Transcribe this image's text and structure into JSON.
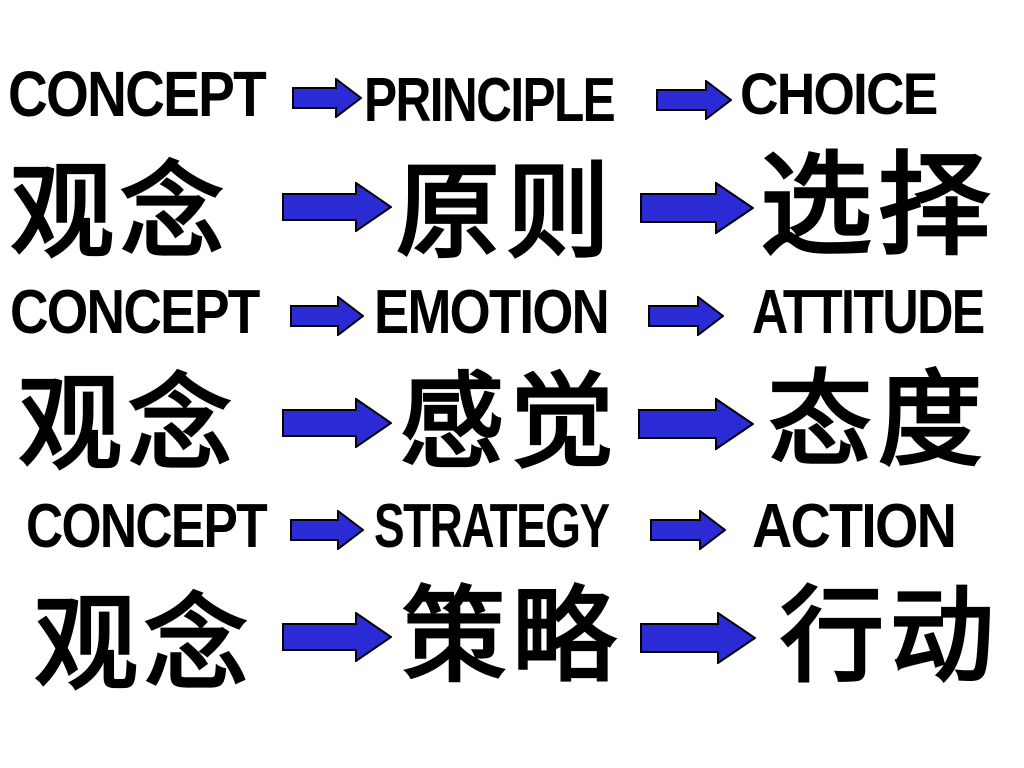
{
  "colors": {
    "arrow_fill": "#2b2bd6",
    "arrow_stroke": "#000000",
    "text": "#000000",
    "background": "#ffffff"
  },
  "rows": [
    {
      "english": [
        "CONCEPT",
        "PRINCIPLE",
        "CHOICE"
      ],
      "chinese": [
        "观念",
        "原则",
        "选择"
      ]
    },
    {
      "english": [
        "CONCEPT",
        "EMOTION",
        "ATTITUDE"
      ],
      "chinese": [
        "观念",
        "感觉",
        "态度"
      ]
    },
    {
      "english": [
        "CONCEPT",
        "STRATEGY",
        "ACTION"
      ],
      "chinese": [
        "观念",
        "策略",
        "行动"
      ]
    }
  ]
}
